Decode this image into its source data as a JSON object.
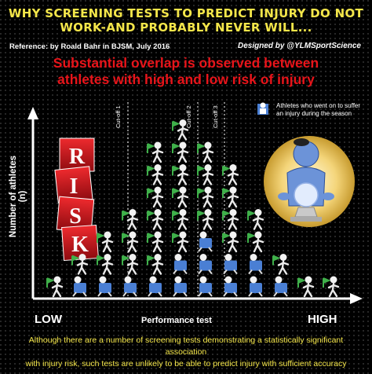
{
  "title": {
    "line1": "WHY SCREENING TESTS TO PREDICT INJURY DO NOT",
    "line2": "WORK-AND PROBABLY NEVER WILL..."
  },
  "reference": "Reference: by Roald Bahr in BJSM, July 2016",
  "designed_by": "Designed by @YLMSportScience",
  "headline": {
    "line1": "Substantial overlap is observed between",
    "line2": "athletes with high and low risk of injury"
  },
  "axes": {
    "y_label": "Number of athletes (n)",
    "x_label": "Performance test",
    "x_left": "LOW",
    "x_right": "HIGH"
  },
  "cutoffs": [
    "Cut-off 1",
    "Cut-off 2",
    "Cut-off 3"
  ],
  "legend": "Athletes who went on to suffer an injury during the season",
  "risk_letters": [
    "R",
    "I",
    "S",
    "K"
  ],
  "footer": {
    "line1": "Although there are a number of screening tests demonstrating a statistically significant association",
    "line2": "with injury risk, such tests are unlikely to be able to predict injury with sufficient accuracy"
  },
  "colors": {
    "title": "#f4e64a",
    "headline": "#e8141a",
    "risk_cube": "#d0141a",
    "healthy_flag": "#3fb04a",
    "injured_figure": "#4a7fd4"
  },
  "distribution": {
    "columns": [
      {
        "healthy": 1,
        "injured": 0
      },
      {
        "healthy": 1,
        "injured": 1
      },
      {
        "healthy": 2,
        "injured": 1
      },
      {
        "healthy": 3,
        "injured": 1
      },
      {
        "healthy": 6,
        "injured": 1
      },
      {
        "healthy": 6,
        "injured": 2
      },
      {
        "healthy": 4,
        "injured": 3
      },
      {
        "healthy": 4,
        "injured": 2
      },
      {
        "healthy": 2,
        "injured": 2
      },
      {
        "healthy": 1,
        "injured": 1
      },
      {
        "healthy": 1,
        "injured": 0
      },
      {
        "healthy": 1,
        "injured": 0
      }
    ]
  }
}
